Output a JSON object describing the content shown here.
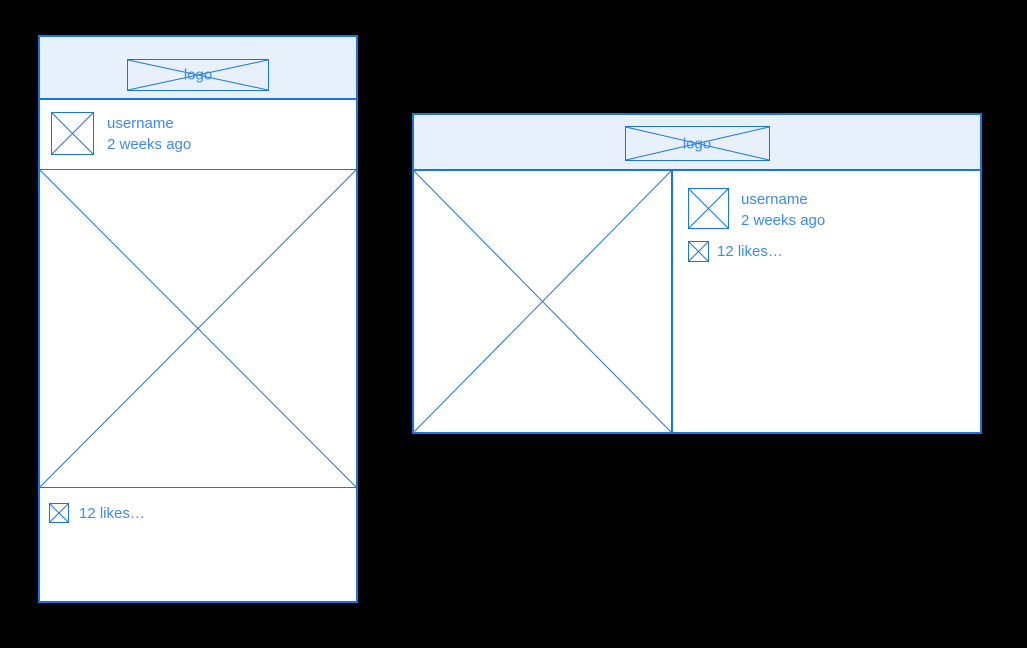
{
  "colors": {
    "accent": "#1675e0",
    "header_fill": "#e8f0fc",
    "text_blue": "#3d8af0",
    "card_bg": "#ffffff",
    "canvas_bg": "#000000"
  },
  "cards": {
    "mobile": {
      "logo_label": "logo",
      "username": "username",
      "timestamp": "2 weeks ago",
      "likes_label": "12 likes…"
    },
    "landscape": {
      "logo_label": "logo",
      "username": "username",
      "timestamp": "2 weeks ago",
      "likes_label": "12 likes…"
    }
  }
}
